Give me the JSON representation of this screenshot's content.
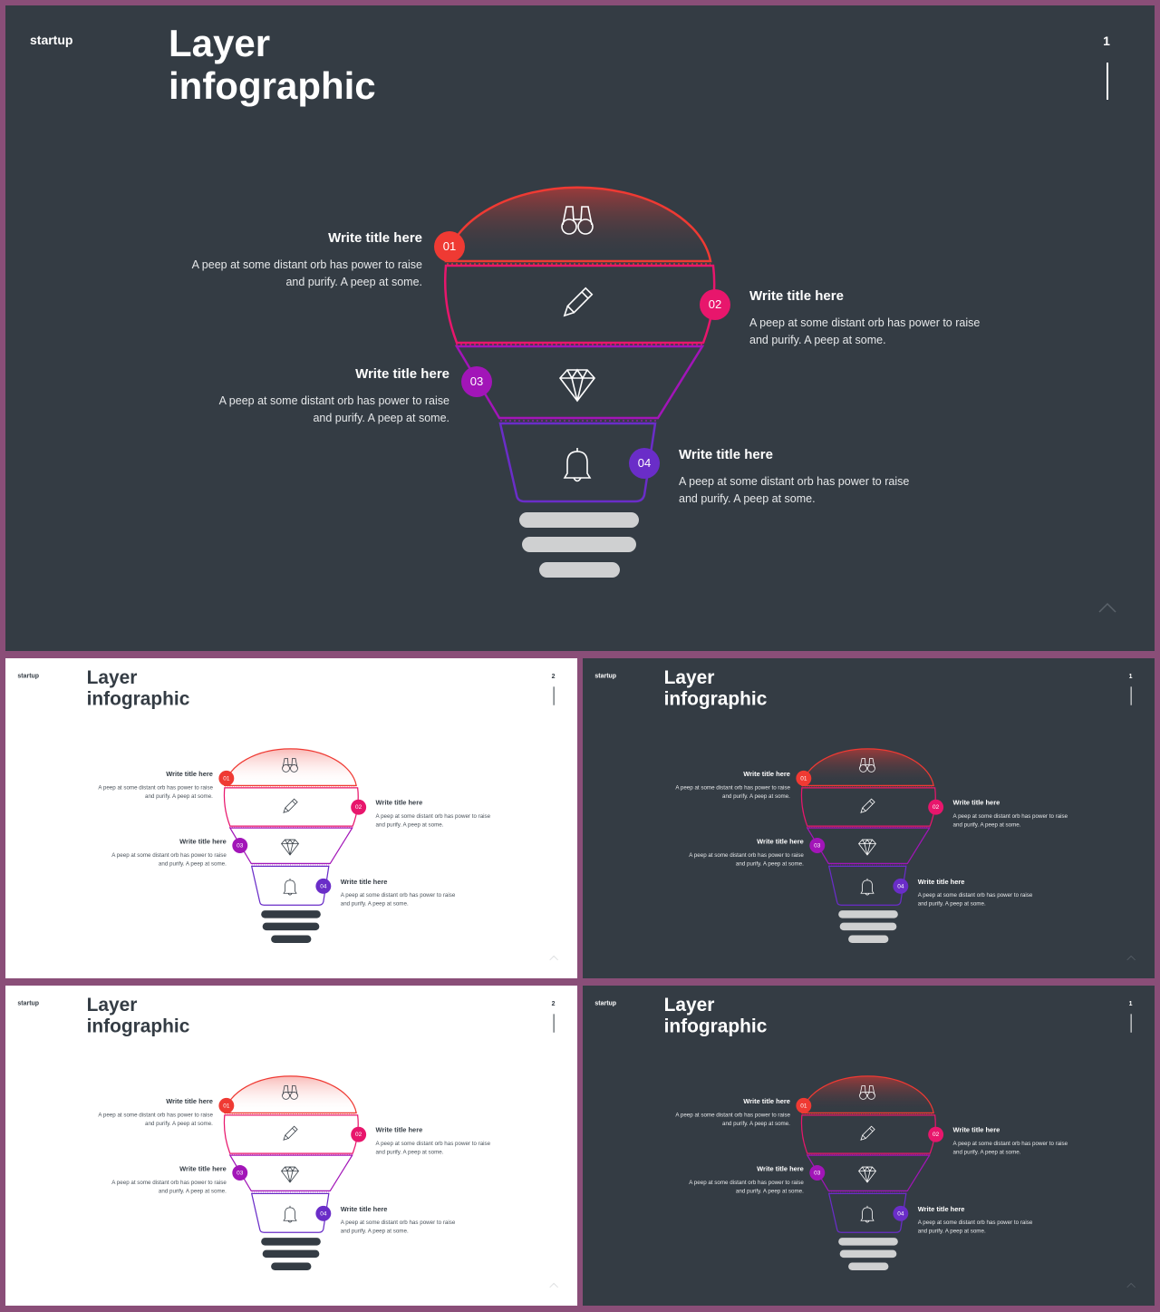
{
  "brand": "startup",
  "title_line1": "Layer",
  "title_line2": "infographic",
  "colors": {
    "frame": "#8a4e78",
    "dark_bg": "#343c44",
    "light_bg": "#ffffff",
    "layer1": "#ef3a33",
    "layer2": "#e8166c",
    "layer3": "#a215b8",
    "layer4": "#6a2dc8",
    "base_dark": "#cfd0d1",
    "base_light": "#343c44"
  },
  "slides": [
    {
      "theme": "dark",
      "page": "1"
    },
    {
      "theme": "light",
      "page": "2"
    },
    {
      "theme": "dark",
      "page": "1"
    },
    {
      "theme": "light",
      "page": "2"
    },
    {
      "theme": "dark",
      "page": "1"
    }
  ],
  "layers": [
    {
      "number": "01",
      "title": "Write title here",
      "text": "A peep at some distant orb has power to raise and purify. A peep at some.",
      "icon": "binoculars-icon"
    },
    {
      "number": "02",
      "title": "Write title here",
      "text": "A peep at some distant orb has power to raise and purify. A peep at some.",
      "icon": "pencil-icon"
    },
    {
      "number": "03",
      "title": "Write title here",
      "text": "A peep at some distant orb has power to raise and purify. A peep at some.",
      "icon": "diamond-icon"
    },
    {
      "number": "04",
      "title": "Write title here",
      "text": "A peep at some distant orb has power to raise and purify. A peep at some.",
      "icon": "bell-icon"
    }
  ]
}
